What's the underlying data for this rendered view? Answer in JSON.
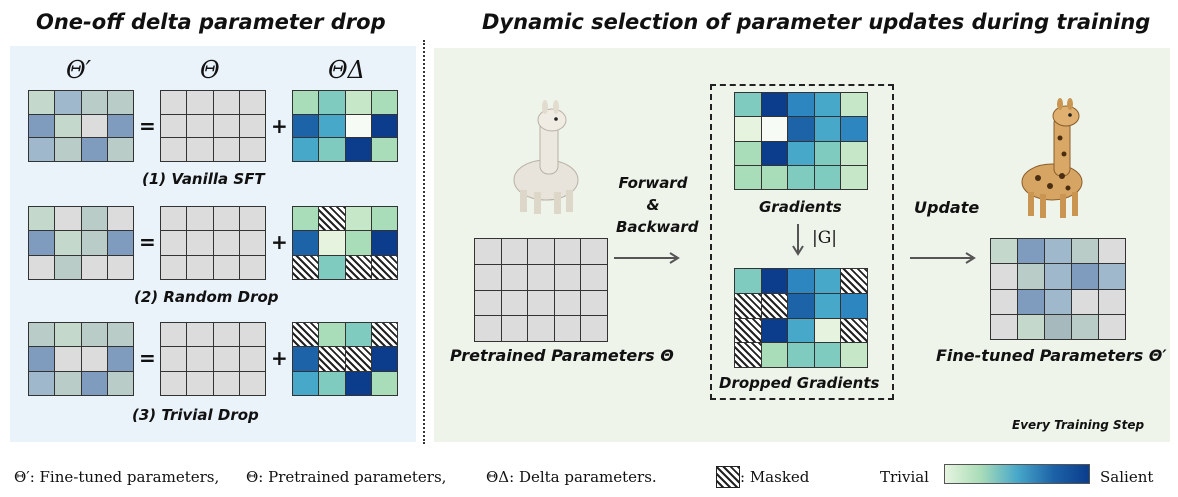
{
  "titles": {
    "left": "One-off delta parameter drop",
    "right": "Dynamic selection of parameter updates during training"
  },
  "left_panel": {
    "headers": [
      "Θ′",
      "Θ",
      "ΘΔ"
    ],
    "rows": [
      {
        "label": "(1) Vanilla SFT"
      },
      {
        "label": "(2) Random Drop"
      },
      {
        "label": "(3) Trivial Drop"
      }
    ],
    "equals": "=",
    "plus": "+"
  },
  "right_panel": {
    "forward_backward": [
      "Forward",
      "&",
      "Backward"
    ],
    "pretrained_label": "Pretrained Parameters Θ",
    "gradients_label": "Gradients",
    "abs_grad_label": "|G|",
    "dropped_label": "Dropped Gradients",
    "update_label": "Update",
    "finetuned_label": "Fine-tuned Parameters Θ′",
    "every_step": "Every Training Step"
  },
  "legend": {
    "theta_prime": "Θ′: Fine-tuned parameters,",
    "theta": "Θ: Pretrained parameters,",
    "theta_delta": "ΘΔ: Delta parameters.",
    "masked": ": Masked",
    "trivial": "Trivial",
    "salient": "Salient"
  },
  "colors": {
    "left_panel_bg": "#eaf2fa",
    "right_panel_bg": "#eef4ea",
    "grid_gray": "#dcdcdc",
    "scale_low": "#e6f4df",
    "scale_mid": "#48a8c9",
    "scale_high": "#0b3d8c"
  }
}
